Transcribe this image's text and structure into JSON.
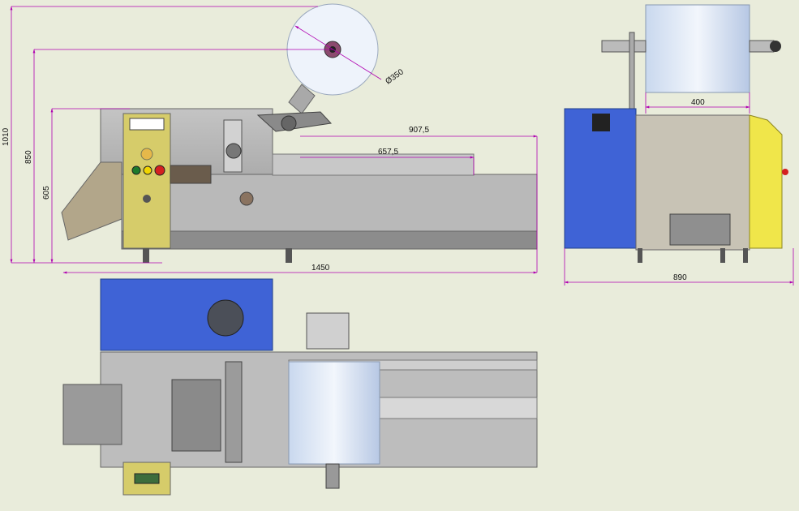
{
  "drawing": {
    "background": "#e9ecdb",
    "dimension_color": "#b000b0",
    "accent_colors": {
      "machine_body": "#b9b9b9",
      "machine_dark": "#8c8c8c",
      "control_panel": "#d6cc6a",
      "motor_cover": "#3f63d6",
      "guard_yellow": "#f0e64a",
      "film_roll": "#dde8f6"
    },
    "views": {
      "side": {
        "dims": {
          "overall_height": "1010",
          "roll_axis_height": "850",
          "frame_height": "605",
          "length": "1450",
          "infeed_length": "907,5",
          "outfeed_length": "657,5",
          "roll_diameter": "Ø350"
        }
      },
      "end": {
        "dims": {
          "roll_width": "400",
          "overall_width": "890"
        }
      },
      "top": {}
    }
  }
}
